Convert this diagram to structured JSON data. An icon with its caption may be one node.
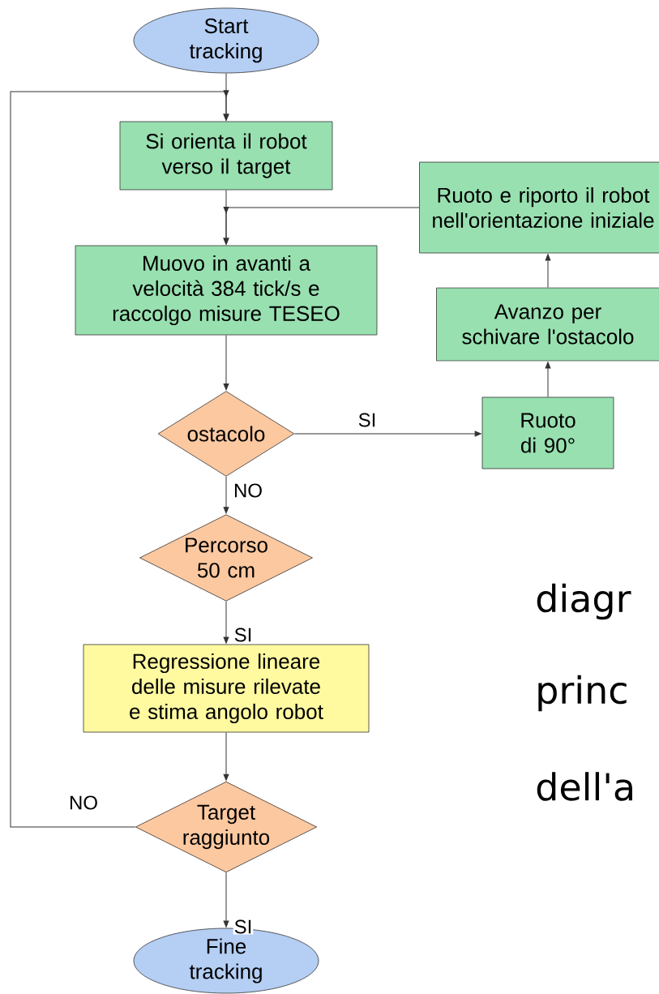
{
  "diagram": {
    "nodes": [
      {
        "text": [
          "Start tracking"
        ]
      },
      {
        "text": [
          "Si orienta il robot verso il target"
        ]
      },
      {
        "text": [
          "Ruoto e riporto il robot nell'orientazione iniziale"
        ]
      },
      {
        "text": [
          "Muovo in avanti a velocità 384 tick/s e raccolgo misure TESEO"
        ]
      },
      {
        "text": [
          "Avanzo per schivare l'ostacolo"
        ]
      },
      {
        "text": [
          "ostacolo"
        ]
      },
      {
        "text": [
          "Ruoto di 90°"
        ]
      },
      {
        "text": [
          "Percorso 50 cm"
        ]
      },
      {
        "text": [
          "Regressione lineare delle misure rilevate e stima angolo robot"
        ]
      },
      {
        "text": [
          "Target raggiunto"
        ]
      },
      {
        "text": [
          "Fine tracking"
        ]
      }
    ],
    "edges": [
      {
        "from": 0,
        "to": 1,
        "arrow": "to"
      },
      {
        "from": 1,
        "to": 3,
        "arrow": "to"
      },
      {
        "from": 2,
        "to": 3,
        "arrow": "to"
      },
      {
        "from": 3,
        "to": 5,
        "arrow": "to"
      },
      {
        "from": 5,
        "to": 6,
        "arrow": "to",
        "label": "SI"
      },
      {
        "from": 6,
        "to": 4,
        "arrow": "to"
      },
      {
        "from": 4,
        "to": 2,
        "arrow": "to"
      },
      {
        "from": 5,
        "to": 7,
        "arrow": "to",
        "label": "NO"
      },
      {
        "from": 7,
        "to": 8,
        "arrow": "to",
        "label": "SI"
      },
      {
        "from": 8,
        "to": 9,
        "arrow": "to"
      },
      {
        "from": 9,
        "to": 1,
        "arrow": "to",
        "label": "NO"
      },
      {
        "from": 9,
        "to": 10,
        "arrow": "to",
        "label": "SI"
      }
    ],
    "labels": [
      "diagr",
      "princ",
      "dell'a"
    ]
  }
}
